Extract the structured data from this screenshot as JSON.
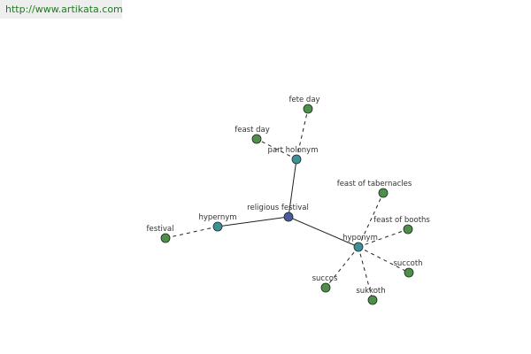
{
  "header": {
    "url_text": "http://www.artikata.com"
  },
  "colors": {
    "center_node": "#4a5aa0",
    "relation_node": "#3f8f99",
    "word_node": "#4f8f4a",
    "node_stroke": "#1e2a1e",
    "edge": "#222222",
    "link": "#1f7a1f",
    "banner_bg": "#eeeeee"
  },
  "graph": {
    "nodes": [
      {
        "id": "religious-festival",
        "label": "religious festival",
        "kind": "center"
      },
      {
        "id": "part-holonym",
        "label": "part holonym",
        "kind": "relation"
      },
      {
        "id": "hypernym",
        "label": "hypernym",
        "kind": "relation"
      },
      {
        "id": "hyponym",
        "label": "hyponym",
        "kind": "relation"
      },
      {
        "id": "fete-day",
        "label": "fete day",
        "kind": "word"
      },
      {
        "id": "feast-day",
        "label": "feast day",
        "kind": "word"
      },
      {
        "id": "festival",
        "label": "festival",
        "kind": "word"
      },
      {
        "id": "feast-of-tabernacles",
        "label": "feast of tabernacles",
        "kind": "word"
      },
      {
        "id": "feast-of-booths",
        "label": "feast of booths",
        "kind": "word"
      },
      {
        "id": "succoth",
        "label": "succoth",
        "kind": "word"
      },
      {
        "id": "sukkoth",
        "label": "sukkoth",
        "kind": "word"
      },
      {
        "id": "succos",
        "label": "succos",
        "kind": "word"
      }
    ],
    "edges": [
      {
        "from": "religious-festival",
        "to": "part-holonym",
        "style": "solid"
      },
      {
        "from": "religious-festival",
        "to": "hypernym",
        "style": "solid"
      },
      {
        "from": "religious-festival",
        "to": "hyponym",
        "style": "solid"
      },
      {
        "from": "part-holonym",
        "to": "fete-day",
        "style": "dashed"
      },
      {
        "from": "part-holonym",
        "to": "feast-day",
        "style": "dashed"
      },
      {
        "from": "hypernym",
        "to": "festival",
        "style": "dashed"
      },
      {
        "from": "hyponym",
        "to": "feast-of-tabernacles",
        "style": "dashed"
      },
      {
        "from": "hyponym",
        "to": "feast-of-booths",
        "style": "dashed"
      },
      {
        "from": "hyponym",
        "to": "succoth",
        "style": "dashed"
      },
      {
        "from": "hyponym",
        "to": "sukkoth",
        "style": "dashed"
      },
      {
        "from": "hyponym",
        "to": "succos",
        "style": "dashed"
      }
    ]
  }
}
